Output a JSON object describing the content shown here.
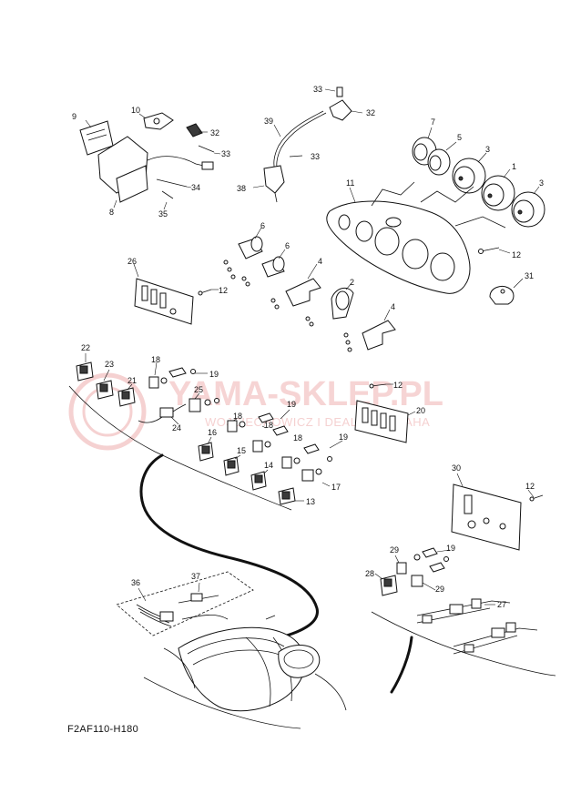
{
  "diagram": {
    "code": "F2AF110-H180",
    "watermark": {
      "title": "YAMA-SKLEP.PL",
      "subtitle": "WOJCIECHOWICZ I DEALER YAMAHA"
    },
    "callouts": [
      "1",
      "2",
      "3",
      "3",
      "4",
      "4",
      "5",
      "6",
      "6",
      "7",
      "8",
      "9",
      "10",
      "11",
      "12",
      "12",
      "12",
      "12",
      "13",
      "14",
      "15",
      "16",
      "17",
      "18",
      "18",
      "18",
      "18",
      "19",
      "19",
      "19",
      "19",
      "20",
      "21",
      "22",
      "23",
      "24",
      "25",
      "26",
      "27",
      "28",
      "29",
      "29",
      "30",
      "31",
      "32",
      "32",
      "33",
      "33",
      "33",
      "34",
      "35",
      "36",
      "37",
      "38",
      "39"
    ]
  }
}
